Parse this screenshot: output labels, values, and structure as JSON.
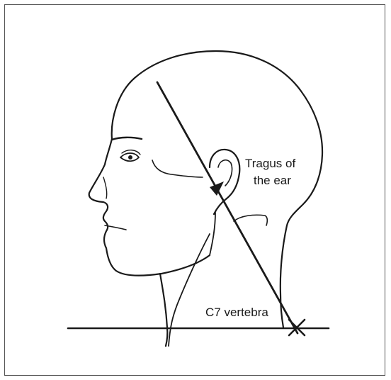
{
  "labels": {
    "tragus_line1": "Tragus of",
    "tragus_line2": "the ear",
    "c7": "C7 vertebra"
  },
  "colors": {
    "ink": "#1a1a1a",
    "frame": "#555555",
    "background": "#ffffff"
  }
}
